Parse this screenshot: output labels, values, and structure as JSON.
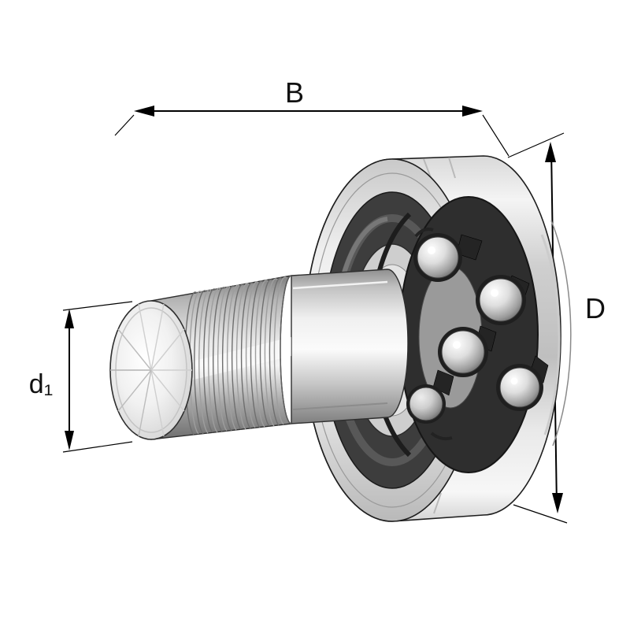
{
  "figure": {
    "kind": "technical-drawing",
    "subject": "threaded stud track roller bearing with dimension callouts",
    "background_color": "#ffffff",
    "line_color": "#000000",
    "labels": {
      "B": "B",
      "D": "D",
      "d1": "d₁"
    }
  }
}
